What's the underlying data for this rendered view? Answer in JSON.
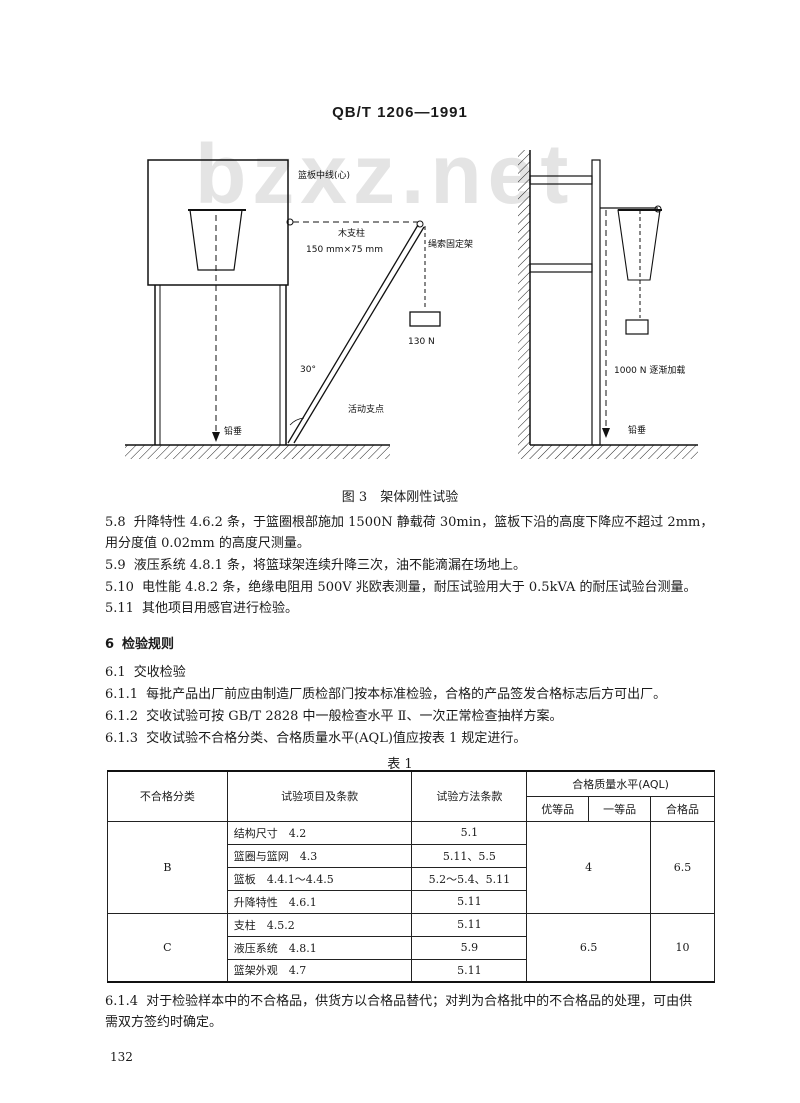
{
  "header": {
    "standard_code": "QB/T 1206—1991"
  },
  "watermark": {
    "text": "bzxz.net"
  },
  "figure": {
    "labels": {
      "backboard_centerline": "篮板中线(心)",
      "wood_post": "木支柱",
      "wood_post_size": "150 mm×75 mm",
      "rope_fixture": "绳索固定架",
      "load_130": "130 N",
      "angle": "30°",
      "movable_pivot": "活动支点",
      "plumb_left": "铅垂",
      "load_1000": "1000 N 逐渐加载",
      "plumb_right": "铅垂"
    },
    "caption": "图 3　架体刚性试验"
  },
  "paragraphs": {
    "p58_num": "5.8",
    "p58_line1": "升降特性 4.6.2 条，于篮圈根部施加 1500N 静载荷 30min，篮板下沿的高度下降应不超过 2mm，",
    "p58_line2": "用分度值 0.02mm 的高度尺测量。",
    "p59_num": "5.9",
    "p59_text": "液压系统 4.8.1 条，将篮球架连续升降三次，油不能滴漏在场地上。",
    "p510_num": "5.10",
    "p510_text": "电性能 4.8.2 条，绝缘电阻用 500V 兆欧表测量，耐压试验用大于 0.5kVA 的耐压试验台测量。",
    "p511_num": "5.11",
    "p511_text": "其他项目用感官进行检验。",
    "s6_num": "6",
    "s6_title": "检验规则",
    "s61_num": "6.1",
    "s61_text": "交收检验",
    "s611_num": "6.1.1",
    "s611_text": "每批产品出厂前应由制造厂质检部门按本标准检验，合格的产品签发合格标志后方可出厂。",
    "s612_num": "6.1.2",
    "s612_text": "交收试验可按 GB/T 2828 中一般检查水平 Ⅱ、一次正常检查抽样方案。",
    "s613_num": "6.1.3",
    "s613_text": "交收试验不合格分类、合格质量水平(AQL)值应按表 1 规定进行。",
    "s614_num": "6.1.4",
    "s614_line1": "对于检验样本中的不合格品，供货方以合格品替代；对判为合格批中的不合格品的处理，可由供",
    "s614_line2": "需双方签约时确定。"
  },
  "table": {
    "title": "表 1",
    "headers": {
      "category": "不合格分类",
      "item": "试验项目及条款",
      "method": "试验方法条款",
      "aql": "合格质量水平(AQL)",
      "excellent": "优等品",
      "first": "一等品",
      "qualified": "合格品"
    },
    "group_b": {
      "category": "B",
      "rows": [
        {
          "item": "结构尺寸　4.2",
          "method": "5.1"
        },
        {
          "item": "篮圈与篮网　4.3",
          "method": "5.11、5.5"
        },
        {
          "item": "篮板　4.4.1～4.4.5",
          "method": "5.2～5.4、5.11"
        },
        {
          "item": "升降特性　4.6.1",
          "method": "5.11"
        }
      ],
      "aql_excellent_first": "4",
      "aql_qualified": "6.5"
    },
    "group_c": {
      "category": "C",
      "rows": [
        {
          "item": "支柱　4.5.2",
          "method": "5.11"
        },
        {
          "item": "液压系统　4.8.1",
          "method": "5.9"
        },
        {
          "item": "篮架外观　4.7",
          "method": "5.11"
        }
      ],
      "aql_excellent_first": "6.5",
      "aql_qualified": "10"
    }
  },
  "footer": {
    "page_number": "132"
  }
}
